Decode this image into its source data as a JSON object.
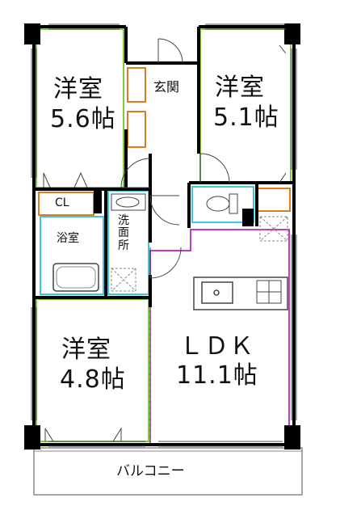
{
  "rooms": {
    "bedroom_nw": {
      "name": "洋室",
      "size": "5.6帖"
    },
    "bedroom_ne": {
      "name": "洋室",
      "size": "5.1帖"
    },
    "bedroom_sw": {
      "name": "洋室",
      "size": "4.8帖"
    },
    "ldk": {
      "name": "ＬＤＫ",
      "size": "11.1帖"
    },
    "entrance": {
      "name": "玄関"
    },
    "closet": {
      "name": "CL"
    },
    "bath": {
      "name": "浴室"
    },
    "washroom": {
      "name": "洗面所"
    },
    "balcony": {
      "name": "バルコニー"
    }
  },
  "colors": {
    "wall": "#000000",
    "bedroom_outline": "#7ccc3c",
    "wet_area_outline": "#3cc8d8",
    "ldk_outline": "#c23cc2",
    "storage_outline": "#e07a20",
    "dashed": "#888888"
  }
}
